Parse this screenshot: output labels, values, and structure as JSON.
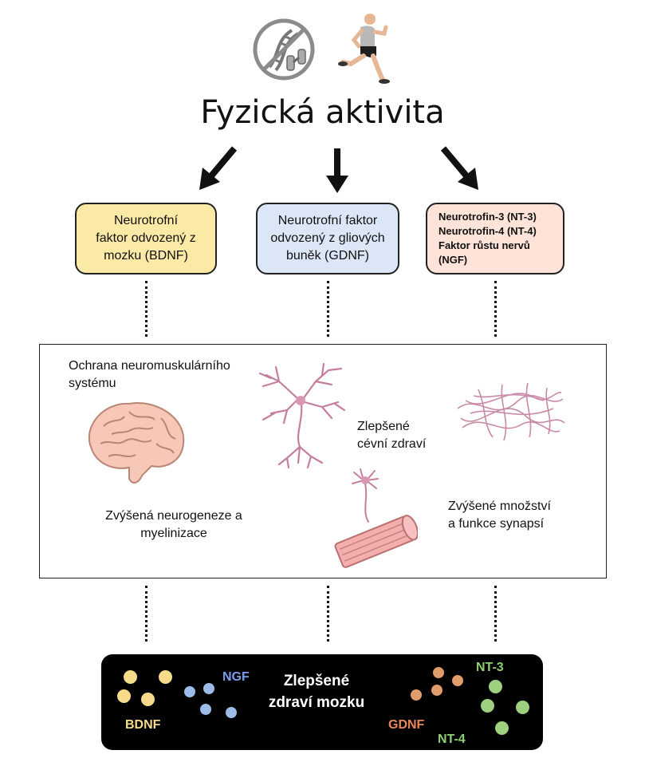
{
  "title": "Fyzická aktivita",
  "icons": [
    "dna-dumbbell-icon",
    "runner-icon"
  ],
  "factors": [
    {
      "lines": [
        "Neurotrofní",
        "faktor odvozený z",
        "mozku (BDNF)"
      ],
      "color": "#fbe9a6"
    },
    {
      "lines": [
        "Neurotrofní faktor",
        "odvozený z gliových",
        "buněk (GDNF)"
      ],
      "color": "#dbe7f6"
    },
    {
      "lines": [
        "Neurotrofin-3 (NT-3)",
        "Neurotrofin-4 (NT-4)",
        "Faktor růstu nervů",
        "(NGF)"
      ],
      "color": "#fde3d8"
    }
  ],
  "effects": {
    "neuromuscular": [
      "Ochrana neuromuskulárního",
      "systému"
    ],
    "vascular": [
      "Zlepšené",
      "cévní zdraví"
    ],
    "neurogenesis": [
      "Zvýšená neurogeneze a",
      "myelinizace"
    ],
    "synapses": [
      "Zvýšené množství",
      "a funkce synapsí"
    ]
  },
  "effect_icons": [
    "brain-icon",
    "neuron-icon",
    "capillary-network-icon",
    "muscle-fiber-icon"
  ],
  "bottom": {
    "title": [
      "Zlepšené",
      "zdraví mozku"
    ],
    "labels": {
      "bdnf": "BDNF",
      "ngf": "NGF",
      "gdnf": "GDNF",
      "nt3": "NT-3",
      "nt4": "NT-4"
    },
    "colors": {
      "bdnf": "#f6dc8a",
      "ngf": "#7b9df0",
      "ngf_dots": "#9dbbe8",
      "gdnf": "#e8875a",
      "gdnf_dots": "#e19c6c",
      "nt": "#8fcf6f",
      "nt_dots": "#9dd07f"
    }
  }
}
